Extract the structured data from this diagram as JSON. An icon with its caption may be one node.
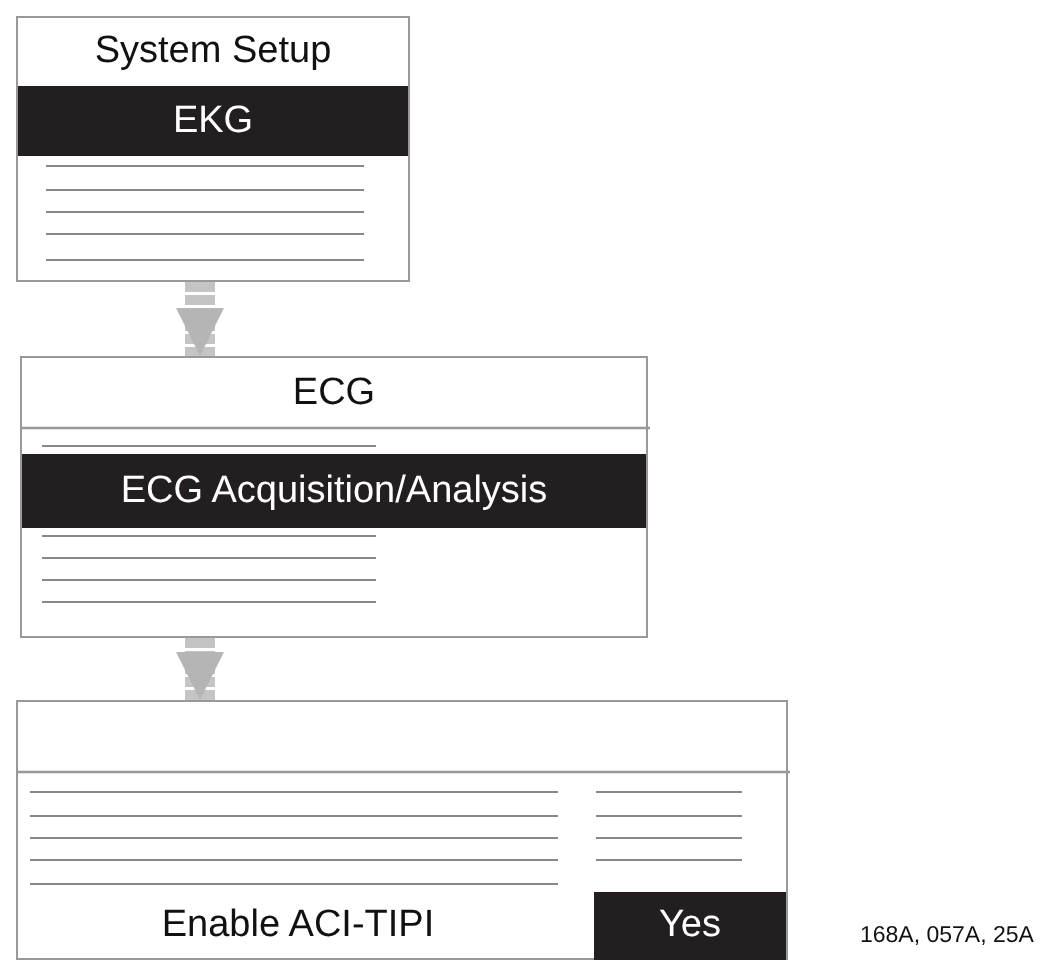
{
  "diagram": {
    "nodes": [
      {
        "text": [
          "System Setup",
          "EKG"
        ]
      },
      {
        "text": [
          "ECG",
          "ECG Acquisition/Analysis"
        ]
      },
      {
        "text": [
          "Enable ACI-TIPI",
          "Yes"
        ]
      }
    ],
    "edges": [
      {
        "from": 0,
        "to": 1,
        "arrow": "to"
      },
      {
        "from": 1,
        "to": 2,
        "arrow": "to"
      }
    ],
    "labels": [
      "168A, 057A, 25A"
    ]
  }
}
